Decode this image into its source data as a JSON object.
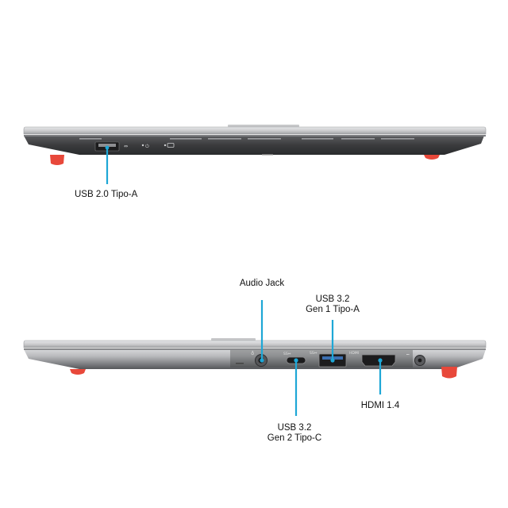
{
  "colors": {
    "callout": "#1ea7d6",
    "foot": "#e8483a",
    "body_light": "#d3d4d6",
    "body_dark": "#3f4042"
  },
  "top_view": {
    "ports": [
      {
        "label": "USB 2.0 Tipo-A",
        "icon": "usb-a-port-icon"
      }
    ]
  },
  "bottom_view": {
    "ports": [
      {
        "label": "Audio Jack",
        "icon": "audio-jack-icon"
      },
      {
        "label_line1": "USB 3.2",
        "label_line2": "Gen 1 Tipo-A",
        "icon": "usb-a-port-icon"
      },
      {
        "label": "HDMI 1.4",
        "icon": "hdmi-port-icon"
      },
      {
        "label_line1": "USB 3.2",
        "label_line2": "Gen 2 Tipo-C",
        "icon": "usb-c-port-icon"
      }
    ]
  }
}
